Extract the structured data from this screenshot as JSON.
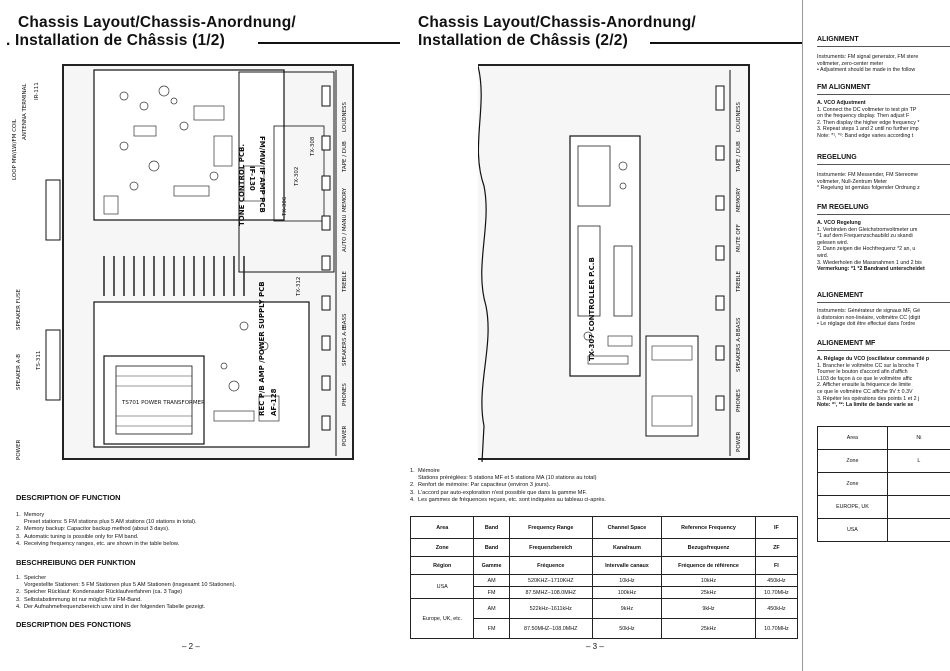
{
  "page2": {
    "title_line1": "Chassis Layout/Chassis-Anordnung/",
    "title_line2": ". Installation de Châssis (1/2)",
    "diagram_labels": {
      "ir": "IR-111",
      "antenna": "ANTENNA TERMINAL",
      "coil": "LOOP MW/LW/FM COIL",
      "speaker_fuse": "SPEAKER FUSE",
      "speaker_ab": "SPEAKER A·B",
      "ts": "TS-311",
      "power": "POWER",
      "if_board": "IF-130",
      "fm_if": "FM/MW IF AMP PCB",
      "tone": "TONE CONTROL PCB.",
      "tx306": "TX-306",
      "tx308": "TX-308",
      "tx302": "TX-302",
      "tx312": "TX-312",
      "preamp": "REC P/B AMP /POWER SUPPLY PCB",
      "af": "AF-128",
      "trans": "TS701 POWER TRANSFORMER",
      "rear": [
        "LOUDNESS",
        "TAPE / DUB",
        "MEMORY",
        "AUTO / MANU",
        "TREBLE",
        "BASS",
        "SPEAKERS A·B",
        "PHONES",
        "POWER"
      ]
    },
    "desc": {
      "h1": "DESCRIPTION OF FUNCTION",
      "items1": [
        {
          "n": "1.",
          "t": "Memory",
          "sub": "Preset stations: 5 FM stations plus 5 AM stations (10 stations in total)."
        },
        {
          "n": "2.",
          "t": "Memory backup: Capacitor backup method (about 3 days)."
        },
        {
          "n": "3.",
          "t": "Automatic tuning is possible only for FM band."
        },
        {
          "n": "4.",
          "t": "Receiving frequency ranges, etc. are shown in the table below."
        }
      ],
      "h2": "BESCHREIBUNG DER FUNKTION",
      "items2": [
        {
          "n": "1.",
          "t": "Speicher",
          "sub": "Vorgestellte Stationen: 5 FM Stationen plus 5 AM Stationen (insgesamt 10 Stationen)."
        },
        {
          "n": "2.",
          "t": "Speicher Rücklauf: Kondensator Rücklaufverfahren (ca. 3 Tage)"
        },
        {
          "n": "3.",
          "t": "Selbstabstimmung ist nur möglich für FM-Band."
        },
        {
          "n": "4.",
          "t": "Der Aufnahmefrequenzbereich usw sind in der folgenden Tabelle gezeigt."
        }
      ],
      "h3": "DESCRIPTION DES FONCTIONS"
    },
    "page_number": "– 2 –"
  },
  "page3": {
    "title_line1": "Chassis Layout/Chassis-Anordnung/",
    "title_line2": "Installation de Châssis (2/2)",
    "diagram_labels": {
      "controller": "TX-307 CONTROLLER P.C.B",
      "rear": [
        "LOUDNESS",
        "TAPE / DUB",
        "MEMORY",
        "MUTE OFF",
        "TREBLE",
        "BASS",
        "SPEAKERS A·B",
        "PHONES",
        "POWER"
      ]
    },
    "items": [
      {
        "n": "1.",
        "t": "Mémoire",
        "sub": "Stations préréglées: 5 stations MF et 5 stations MA (10 stations au total)"
      },
      {
        "n": "2.",
        "t": "Renfort de mémoire: Par capaciteur (environ 3 jours)."
      },
      {
        "n": "3.",
        "t": "L'accord par auto-exploration n'est possible que dans la gamme MF."
      },
      {
        "n": "4.",
        "t": "Les gammes de fréquences reçues, etc. sont indiquées au tableau ci-après."
      }
    ],
    "table": {
      "headers": [
        [
          "Area",
          "Band",
          "Frequency Range",
          "Channel Space",
          "Reference Frequency",
          "IF"
        ],
        [
          "Zone",
          "Band",
          "Frequenzbereich",
          "Kanalraum",
          "Bezugsfrequenz",
          "ZF"
        ],
        [
          "Région",
          "Gamme",
          "Fréquence",
          "Intervalle canaux",
          "Fréquence de référence",
          "FI"
        ]
      ],
      "rows": [
        {
          "area": "USA",
          "lines": [
            [
              "AM",
              "520KHZ–1710KHZ",
              "10kHz",
              "10kHz",
              "450kHz"
            ],
            [
              "FM",
              "87.5MHZ–108.0MHZ",
              "100kHz",
              "25kHz",
              "10.70MHz"
            ]
          ]
        },
        {
          "area": "Europe, UK, etc.",
          "lines": [
            [
              "AM",
              "522kHz–1611kHz",
              "9kHz",
              "9kHz",
              "450kHz"
            ],
            [
              "FM",
              "87.50MHZ–108.0MHZ",
              "50kHz",
              "25kHz",
              "10.70MHz"
            ]
          ]
        }
      ]
    },
    "page_number": "– 3 –"
  },
  "page4": {
    "h_alignment": "ALIGNMENT",
    "inst_en": [
      "Instruments: FM signal generator, FM stere",
      "voltmeter, zero-center meter",
      "•  Adjustment should be made in the follow"
    ],
    "h_fm_alignment": "FM ALIGNMENT",
    "vco_en": [
      "A.  VCO Adjustment",
      "1.  Connect the DC voltmeter to test pin TP",
      "     on the frequency display. Then adjust F",
      "2.  Then display the higher edge frequency *",
      "3.  Repeat steps 1 and 2 until no further imp",
      "     Note: *¹, *²: Band edge varies according t"
    ],
    "h_regelung": "REGELUNG",
    "inst_de": [
      "Instrumente: FM Messender, FM Stereome",
      "                voltmeter, Null-Zentrum Meter",
      "*  Regelung ist gemäss folgender Ordnung z"
    ],
    "h_fm_regelung": "FM REGELUNG",
    "vco_de": [
      "A.  VCO Regelung",
      "1.  Verbinden den Gleichstromvoltmeter um",
      "     *1 auf dem Frequenzschaubild zu skandi",
      "     gelesen wird.",
      "2.  Dann zeigen die Hochfrequenz *2 an, u",
      "     wird.",
      "3.  Wiederholen die Massnahmen 1 und 2 bis",
      "Vermerkung: *1 *2 Bandrand unterscheidet"
    ],
    "h_alignement": "ALIGNEMENT",
    "inst_fr": [
      "Instruments: Générateur de signaux MF, Gé",
      "à distorsion non-linéaire, voltmètre CC (digit",
      "•  Le réglage doit être effectué dans l'ordre"
    ],
    "h_alignement_mf": "ALIGNEMENT MF",
    "vco_fr": [
      "A.  Réglage du VCO (oscillateur commandé p",
      "1.  Brancher le voltmètre CC sur la broche T",
      "     Tourner le bouton d'accord afin d'affich",
      "     L103 de façon à ce que le voltmètre affic",
      "2.  Afficher ensuite la fréquence de limite",
      "     ce que le voltmètre CC affiche 9V ± 0.3V",
      "3.  Répéter les opérations des points 1 et 2 j",
      "Note: *¹, *²: La limite de bande varie se"
    ],
    "table": [
      [
        "Area",
        "Ni"
      ],
      [
        "Zone",
        "L"
      ],
      [
        "Zone",
        ""
      ],
      [
        "EUROPE, UK",
        ""
      ],
      [
        "USA",
        ""
      ]
    ]
  }
}
